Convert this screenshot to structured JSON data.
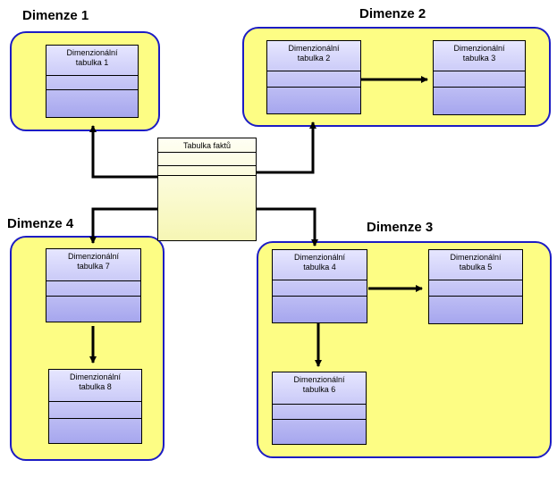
{
  "dimensions": {
    "d1": {
      "title": "Dimenze 1"
    },
    "d2": {
      "title": "Dimenze 2"
    },
    "d3": {
      "title": "Dimenze 3"
    },
    "d4": {
      "title": "Dimenze 4"
    }
  },
  "fact_table": {
    "label": "Tabulka faktů"
  },
  "tables": {
    "t1": {
      "line1": "Dimenzionální",
      "line2": "tabulka 1"
    },
    "t2": {
      "line1": "Dimenzionální",
      "line2": "tabulka 2"
    },
    "t3": {
      "line1": "Dimenzionální",
      "line2": "tabulka 3"
    },
    "t4": {
      "line1": "Dimenzionální",
      "line2": "tabulka 4"
    },
    "t5": {
      "line1": "Dimenzionální",
      "line2": "tabulka 5"
    },
    "t6": {
      "line1": "Dimenzionální",
      "line2": "tabulka 6"
    },
    "t7": {
      "line1": "Dimenzionální",
      "line2": "tabulka 7"
    },
    "t8": {
      "line1": "Dimenzionální",
      "line2": "tabulka 8"
    }
  },
  "colors": {
    "dimension_fill": "#fdfd84",
    "dimension_border": "#1c1cc4",
    "table_fill_top": "#e6e6ff",
    "table_fill_bottom": "#a6a6ee",
    "fact_fill": "#fffff4"
  }
}
